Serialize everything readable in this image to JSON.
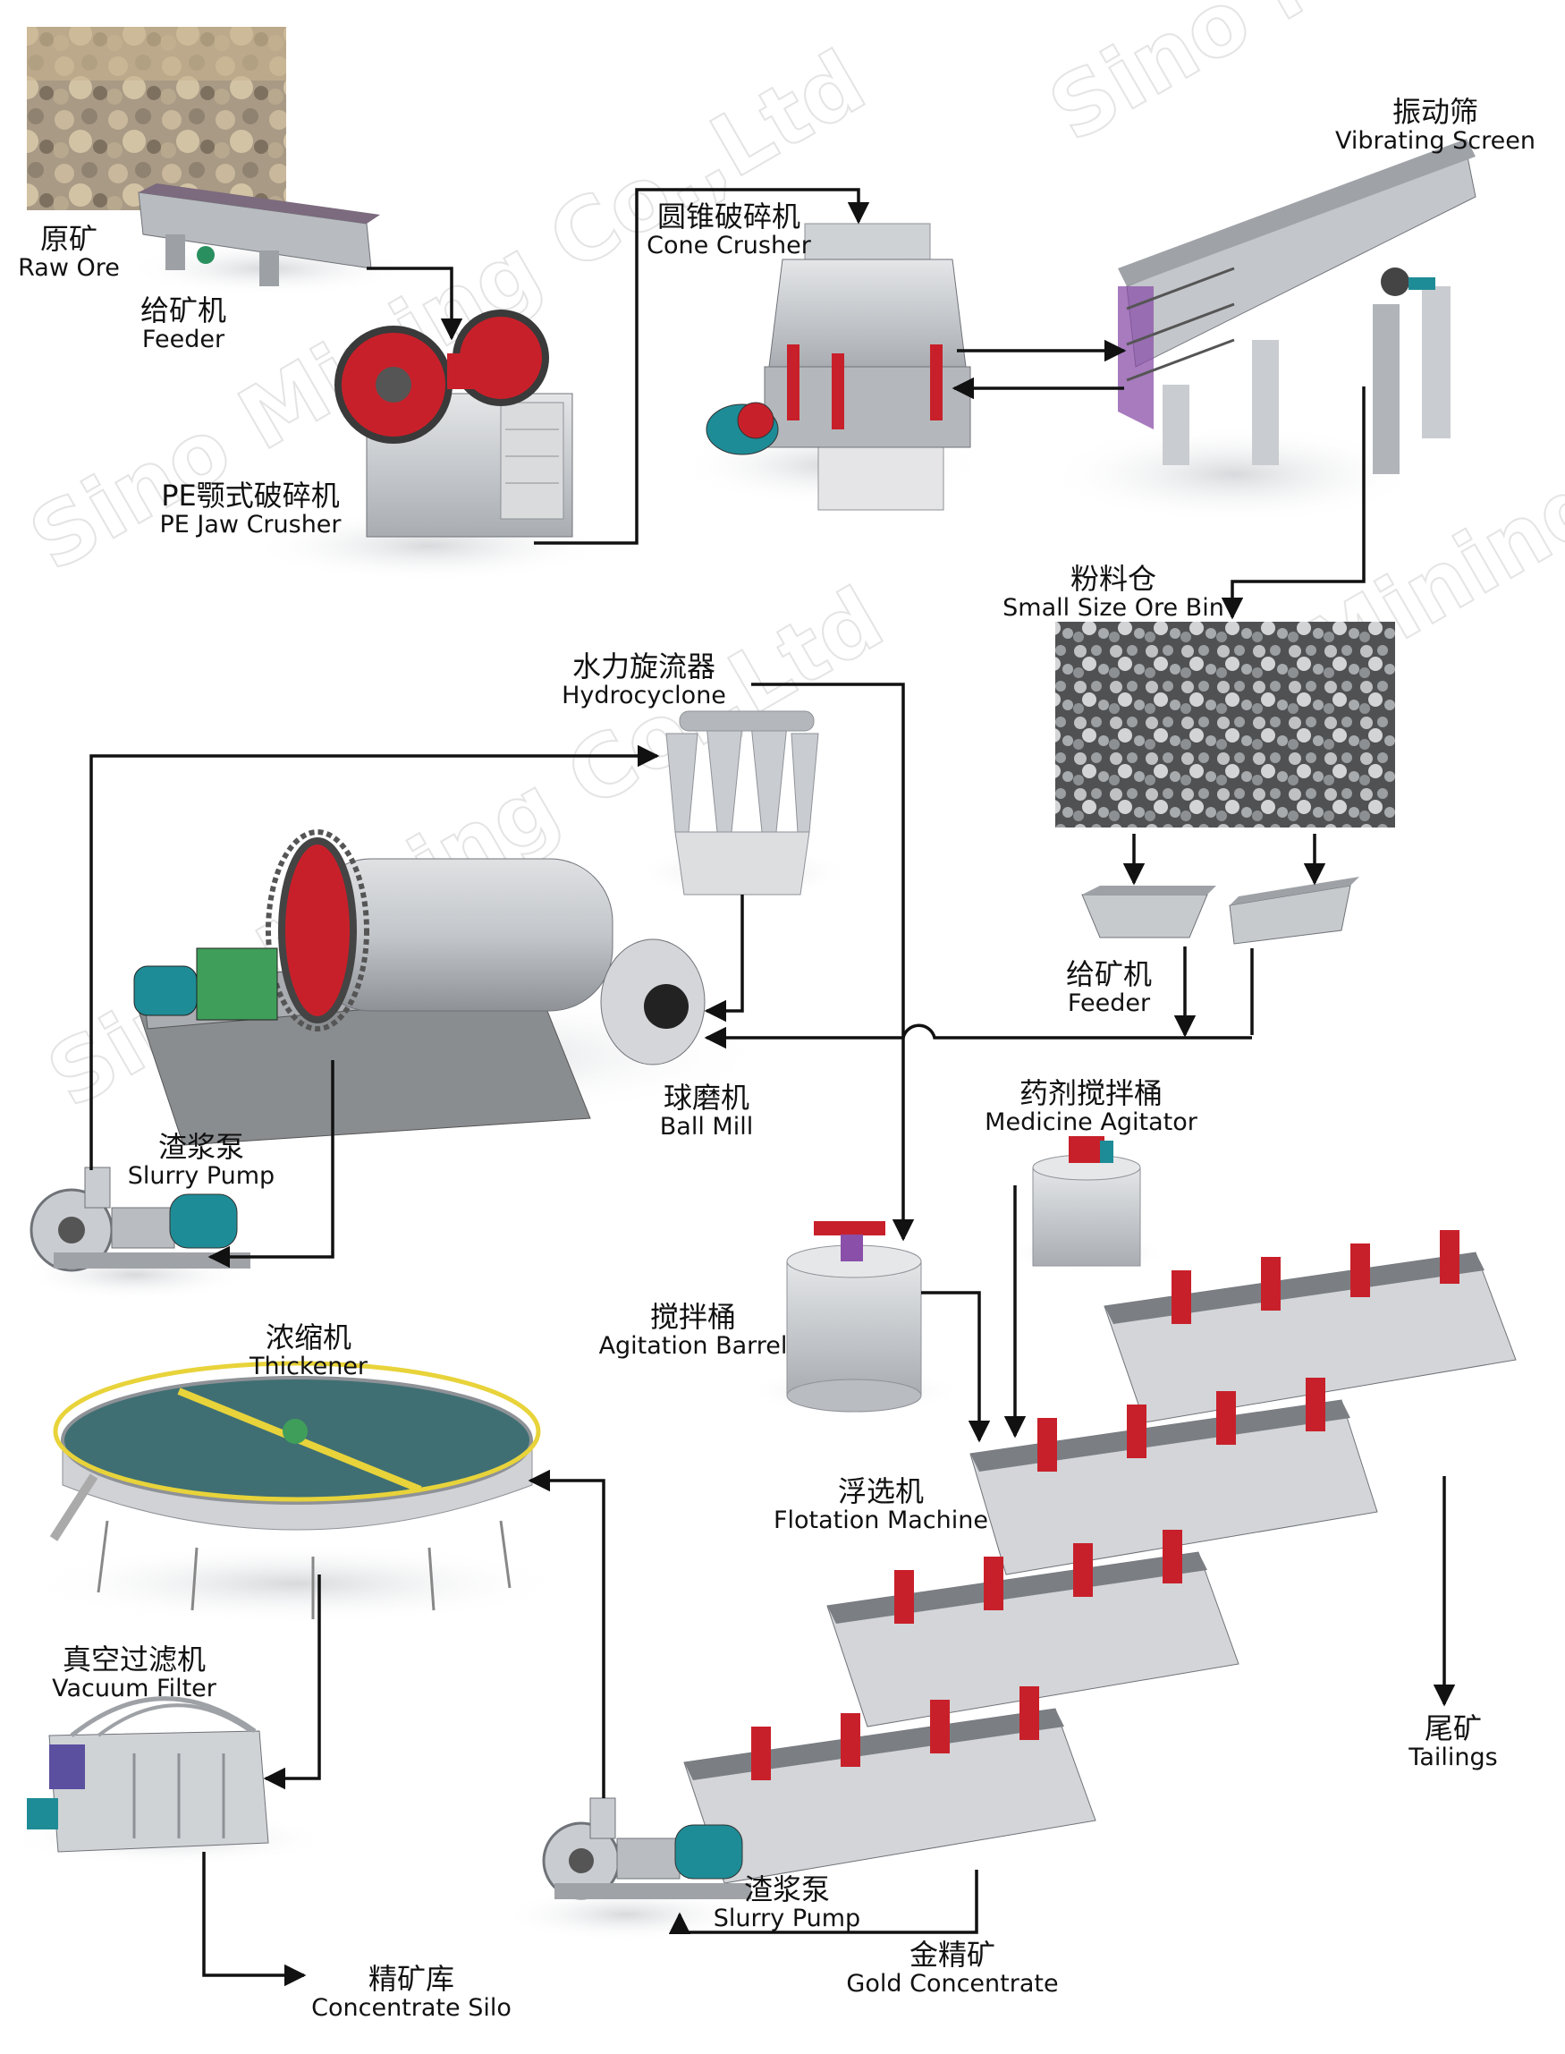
{
  "watermark": "Sino Mining Co.,Ltd",
  "colors": {
    "flow_arrow": "#111111",
    "machine_grey": "#c9ccd0",
    "machine_dark": "#6f7378",
    "accent_red": "#c8202a",
    "accent_purple": "#8a4fa8",
    "pump_teal": "#1e8c96",
    "gear_green": "#3f9f5a",
    "rail_yellow": "#e8d33a"
  },
  "equipment": {
    "raw_ore": {
      "cn": "原矿",
      "en": "Raw Ore"
    },
    "feeder_top": {
      "cn": "给矿机",
      "en": "Feeder"
    },
    "jaw_crusher": {
      "cn": "PE颚式破碎机",
      "en": "PE Jaw Crusher"
    },
    "cone_crusher": {
      "cn": "圆锥破碎机",
      "en": "Cone Crusher"
    },
    "vibrating_screen": {
      "cn": "振动筛",
      "en": "Vibrating Screen"
    },
    "ore_bin": {
      "cn": "粉料仓",
      "en": "Small Size Ore Bin"
    },
    "hydrocyclone": {
      "cn": "水力旋流器",
      "en": "Hydrocyclone"
    },
    "feeder_mid": {
      "cn": "给矿机",
      "en": "Feeder"
    },
    "ball_mill": {
      "cn": "球磨机",
      "en": "Ball Mill"
    },
    "slurry_pump_1": {
      "cn": "渣浆泵",
      "en": "Slurry Pump"
    },
    "medicine_agitator": {
      "cn": "药剂搅拌桶",
      "en": "Medicine Agitator"
    },
    "agitation_barrel": {
      "cn": "搅拌桶",
      "en": "Agitation Barrel"
    },
    "thickener": {
      "cn": "浓缩机",
      "en": "Thickener"
    },
    "flotation": {
      "cn": "浮选机",
      "en": "Flotation Machine"
    },
    "vacuum_filter": {
      "cn": "真空过滤机",
      "en": "Vacuum Filter"
    },
    "tailings": {
      "cn": "尾矿",
      "en": "Tailings"
    },
    "slurry_pump_2": {
      "cn": "渣浆泵",
      "en": "Slurry Pump"
    },
    "gold_concentrate": {
      "cn": "金精矿",
      "en": "Gold Concentrate"
    },
    "concentrate_silo": {
      "cn": "精矿库",
      "en": "Concentrate Silo"
    }
  }
}
